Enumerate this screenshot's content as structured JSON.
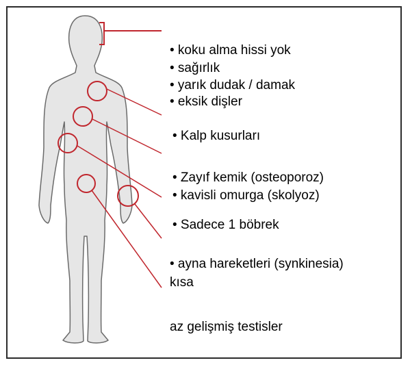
{
  "colors": {
    "body_fill": "#e6e6e6",
    "body_outline": "#6a6a6a",
    "marker_red": "#c0262d",
    "frame": "#2b2b2b"
  },
  "labels": {
    "l1": "•  koku alma hissi yok",
    "l2": "• sağırlık",
    "l3": "• yarık dudak / damak",
    "l4": "• eksik dişler",
    "l5": "• Kalp kusurları",
    "l6": "• Zayıf kemik (osteoporoz)",
    "l7": "•  kavisli omurga (skolyoz)",
    "l8": "• Sadece 1 böbrek",
    "l9": "• ayna hareketleri (synkinesia)",
    "l10": "kısa",
    "l11": "az gelişmiş testisler"
  }
}
